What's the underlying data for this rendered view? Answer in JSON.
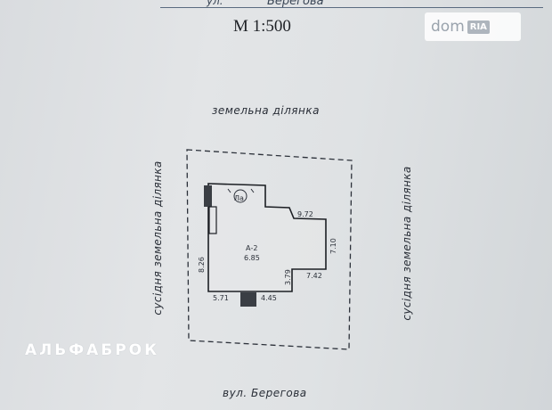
{
  "header": {
    "street_prefix": "ул.",
    "street_top": "Берегова",
    "scale": "М 1:500"
  },
  "logo": {
    "brand": "dom",
    "badge": "RIA"
  },
  "plan": {
    "north_label": "земельна ділянка",
    "west_label": "сусідня земельна ділянка",
    "east_label": "сусідня земельна ділянка",
    "south_label": "вул. Берегова",
    "room_id": "А-2",
    "room_area": "6.85",
    "porch_mark": "Ла",
    "dimensions": {
      "top": "9.72",
      "right": "7.10",
      "left": "8.26",
      "step_right": "7.42",
      "step_vertical": "3.79",
      "bottom_left": "5.71",
      "bottom_right": "4.45"
    }
  },
  "watermark": "АЛЬФАБРОК"
}
